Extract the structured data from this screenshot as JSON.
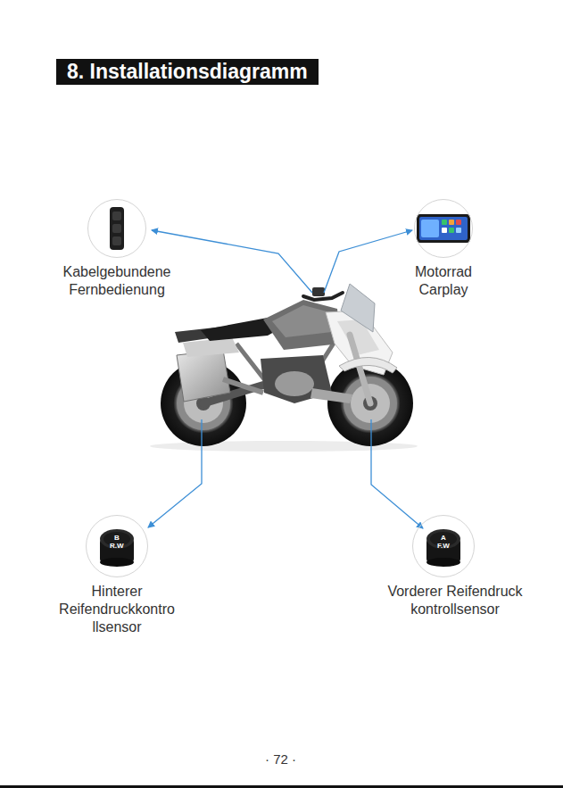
{
  "diagram": {
    "title": "8. Installationsdiagramm",
    "nodes": [
      {
        "text": [
          "Kabelgebundene Fernbedienung"
        ]
      },
      {
        "text": [
          "Motorrad Carplay"
        ]
      },
      {
        "text": [
          "Hinterer Reifendruckkontro llsensor"
        ]
      },
      {
        "text": [
          "Vorderer Reifendruck kontrollsensor"
        ]
      }
    ],
    "labels": [
      "B",
      "R.W",
      "A",
      "F.W",
      "· 72 ·"
    ]
  }
}
